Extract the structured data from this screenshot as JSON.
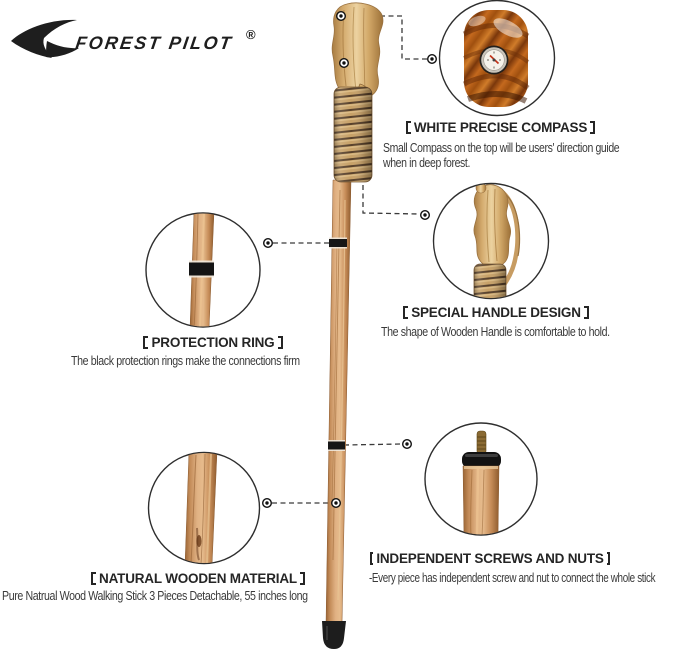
{
  "logo": {
    "brand": "FOREST PILOT",
    "registered_mark": "®",
    "icon": "swoosh-arrow"
  },
  "product": {
    "subject": "natural wood walking stick, 3 detachable pieces with compass handle",
    "colors": {
      "background": "#ffffff",
      "outline": "#2e2e2e",
      "text_heading": "#252525",
      "text_body": "#3a3a3a",
      "wood_light": "#e6bb8c",
      "wood_mid": "#c28a57",
      "wood_dark": "#8f5c2e",
      "handle_wood": "#ecd2a0",
      "compass_wood": "#c4691e",
      "ring_black": "#161616",
      "tip_black": "#1d1d1d",
      "screw_brass": "#8a6a33"
    }
  },
  "features": [
    {
      "id": "compass",
      "title": "WHITE PRECISE COMPASS",
      "heading_full": "【WHITE PRECISE COMPASS】",
      "description": "Small Compass on the top will be users' direction guide when in deep forest.",
      "callout_icon": "compass-dial"
    },
    {
      "id": "handle",
      "title": "SPECIAL HANDLE DESIGN",
      "heading_full": "【SPECIAL HANDLE DESIGN】",
      "description": "The shape of Wooden Handle is comfortable to hold.",
      "callout_icon": "carved-handle"
    },
    {
      "id": "protection-ring",
      "title": "PROTECTION RING",
      "heading_full": "【PROTECTION RING】",
      "description": "The black protection rings make the connections firm",
      "callout_icon": "black-ring-joint"
    },
    {
      "id": "material",
      "title": "NATURAL WOODEN MATERIAL",
      "heading_full": "【NATURAL WOODEN MATERIAL】",
      "description": "Pure Natrual Wood Walking Stick 3 Pieces Detachable, 55 inches long",
      "callout_icon": "wood-grain"
    },
    {
      "id": "screws",
      "title": "INDEPENDENT SCREWS AND NUTS",
      "heading_full": "【INDEPENDENT SCREWS AND NUTS】",
      "description": "-Every piece has independent screw and nut to connect the whole stick",
      "callout_icon": "screw-and-nut"
    }
  ]
}
